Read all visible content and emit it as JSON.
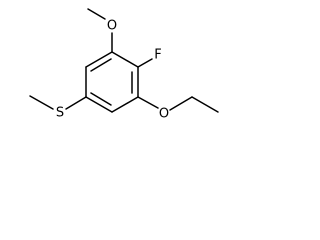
{
  "molecule": {
    "atoms": {
      "oxygen_top": "O",
      "fluorine": "F",
      "sulfur": "S",
      "oxygen_bottom": "O"
    },
    "colors": {
      "bond": "#000000",
      "label": "#000000",
      "background": "#ffffff"
    }
  }
}
